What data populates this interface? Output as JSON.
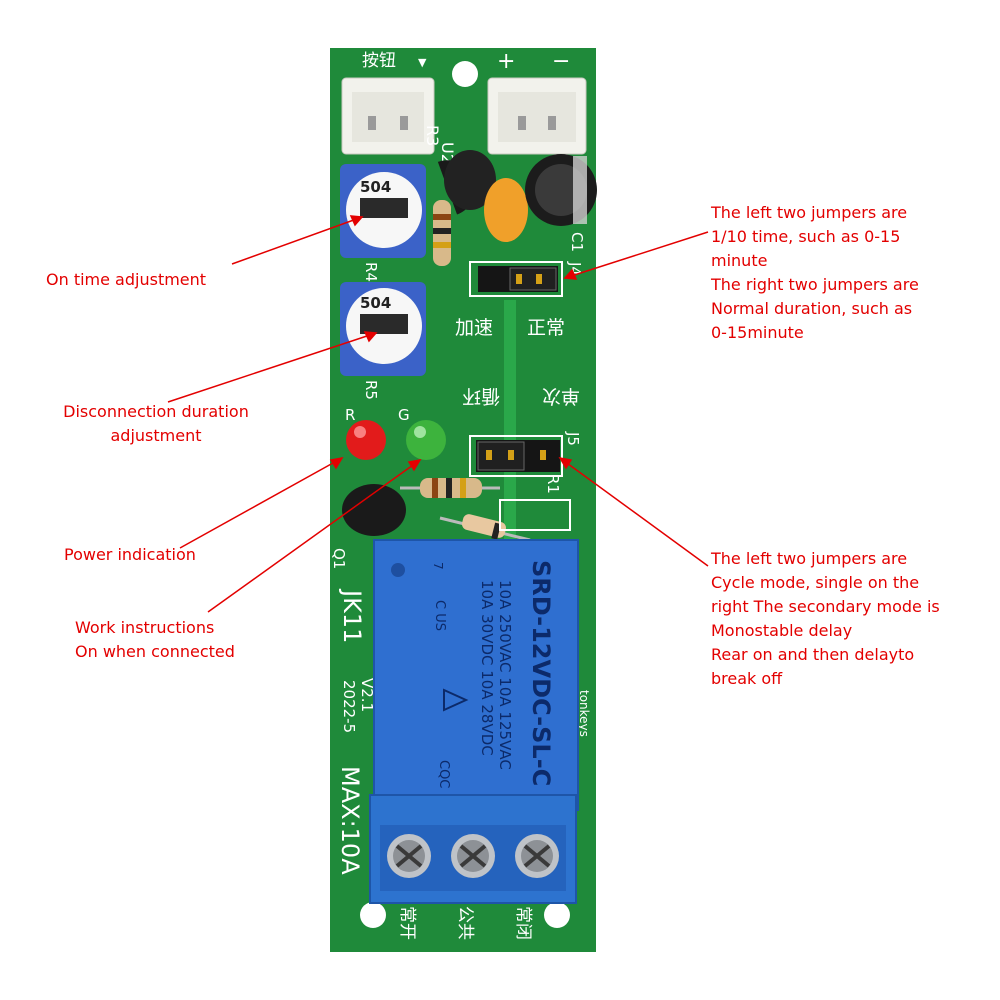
{
  "annotations": {
    "on_time": "On time adjustment",
    "disconnection": "Disconnection duration\nadjustment",
    "power": "Power indication",
    "work": "Work instructions\nOn when connected",
    "jumpers_speed": "The left two jumpers are\n1/10 time, such as 0-15\nminute\nThe right two jumpers are\nNormal duration, such as\n0-15minute",
    "jumpers_mode": "The left two jumpers are\nCycle mode, single on the\nright The secondary mode is\nMonostable delay\nRear on and then delayto\nbreak off"
  },
  "board": {
    "button_label": "按钮",
    "plus": "+",
    "minus": "−",
    "u2": "U2",
    "r3": "R3",
    "pot_code_1": "504",
    "pot_code_2": "504",
    "r4": "R4",
    "r5": "R5",
    "c1": "C1",
    "j4": "J4",
    "speed_fast": "加速",
    "speed_normal": "正常",
    "mode_cycle": "循环",
    "mode_single": "单次",
    "j5": "J5",
    "r1": "R1",
    "led_r": "R",
    "led_g": "G",
    "q1": "Q1",
    "model": "JK11",
    "version": "V2.1",
    "date": "2022-5",
    "max_current": "MAX:10A",
    "brand": "tonkeys",
    "term_no": "常开",
    "term_com": "公共",
    "term_nc": "常闭"
  },
  "relay": {
    "model": "SRD-12VDC-SL-C",
    "rating_1": "10A 250VAC  10A 125VAC",
    "rating_2": "10A  30VDC  10A  28VDC",
    "cert": "C US",
    "cqc": "CQC",
    "pin_mark": "7"
  },
  "colors": {
    "pcb": "#1f8a3a",
    "pcb_dark": "#167030",
    "relay_body": "#2f6fd0",
    "terminal_blue": "#2d73cf",
    "annotation_red": "#e30000",
    "pot_blue": "#3b62c8"
  }
}
